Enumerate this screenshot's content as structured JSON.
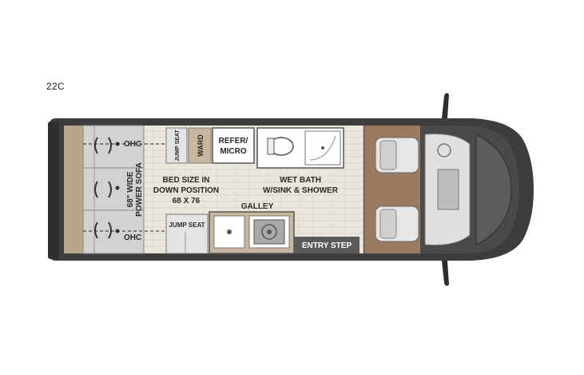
{
  "model": "22C",
  "labels": {
    "ohc_top": "OHC",
    "ohc_bottom": "OHC",
    "sofa_line1": "68\" WIDE",
    "sofa_line2": "POWER SOFA",
    "jump_seat_top": "JUMP SEAT",
    "ward": "WARD",
    "refer_line1": "REFER/",
    "refer_line2": "MICRO",
    "bed_line1": "BED SIZE IN",
    "bed_line2": "DOWN POSITION",
    "bed_line3": "68 X 76",
    "wetbath_line1": "WET BATH",
    "wetbath_line2": "W/SINK & SHOWER",
    "galley": "GALLEY",
    "jump_seat_bottom": "JUMP SEAT",
    "entry_step": "ENTRY STEP"
  },
  "colors": {
    "body_outline": "#3a3a3a",
    "floor": "#e8e2d6",
    "cab_floor": "#9a7b62",
    "cab_body": "#3d3d3d",
    "sofa": "#d5d5d5",
    "cabinet": "#c7b79e",
    "entry_step": "#5a5a5a"
  }
}
